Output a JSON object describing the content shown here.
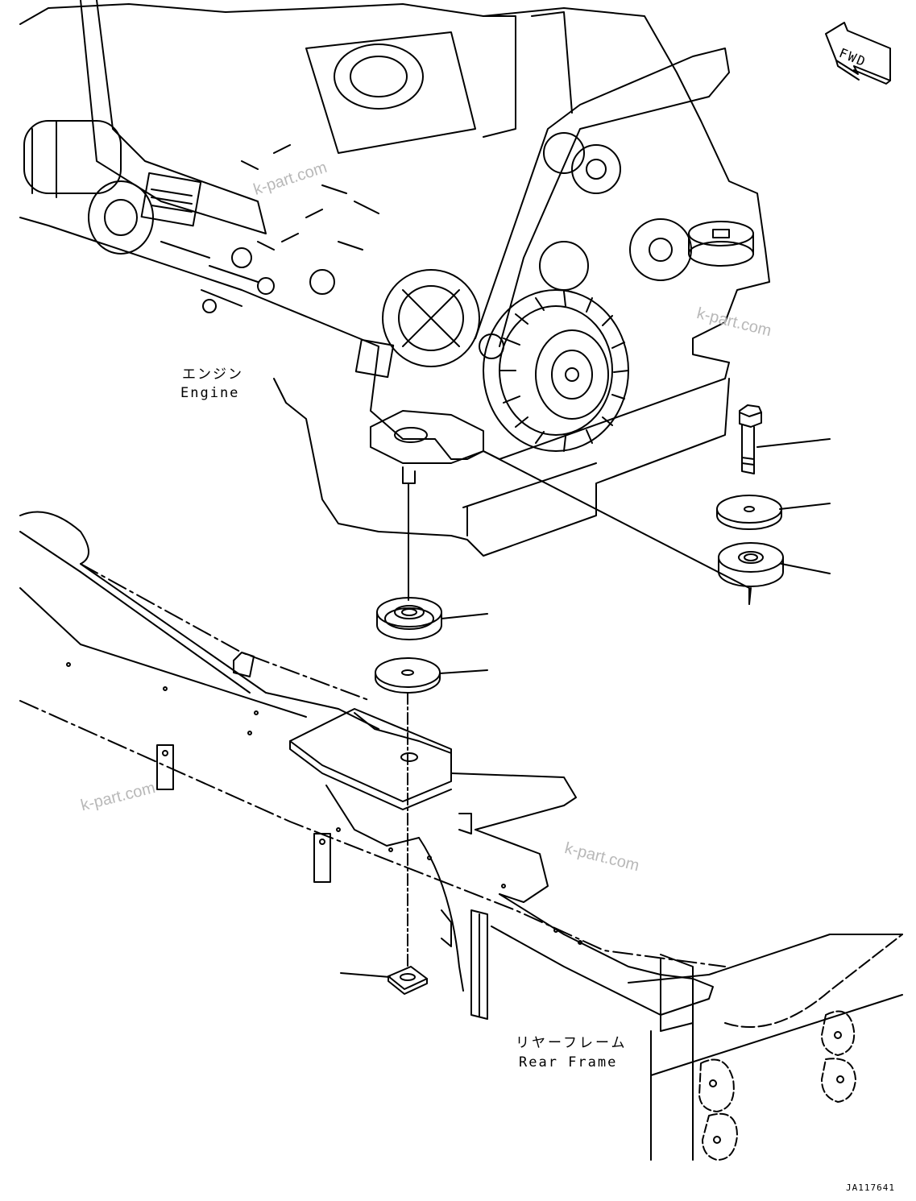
{
  "labels": {
    "engine_jp": "エンジン",
    "engine_en": "Engine",
    "rear_frame_jp": "リヤーフレーム",
    "rear_frame_en": "Rear Frame",
    "fwd": "FWD",
    "drawing_code": "JA117641"
  },
  "watermarks": [
    "k-part.com",
    "k-part.com",
    "k-part.com",
    "k-part.com"
  ],
  "colors": {
    "line": "#000000",
    "watermark": "#b8b8b8",
    "background": "#ffffff"
  }
}
